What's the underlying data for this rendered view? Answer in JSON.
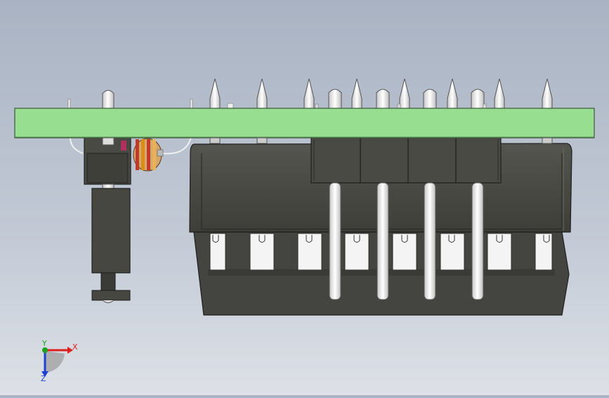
{
  "viewport": {
    "background_top": "#a9b3c3",
    "background_bottom": "#dde1e7"
  },
  "colors": {
    "pcb": "#97de91",
    "housing": "#474741",
    "housing_dark": "#2f2f2b",
    "pin": "#f2f2f2",
    "resistor_bands": [
      "#c0392b",
      "#d98e1a",
      "#c0392b",
      "#e8b25a"
    ]
  },
  "triad": {
    "x_label": "X",
    "y_label": "Y",
    "z_label": "Z",
    "x_color": "#e02020",
    "y_color": "#20a020",
    "z_color": "#2040d0"
  }
}
